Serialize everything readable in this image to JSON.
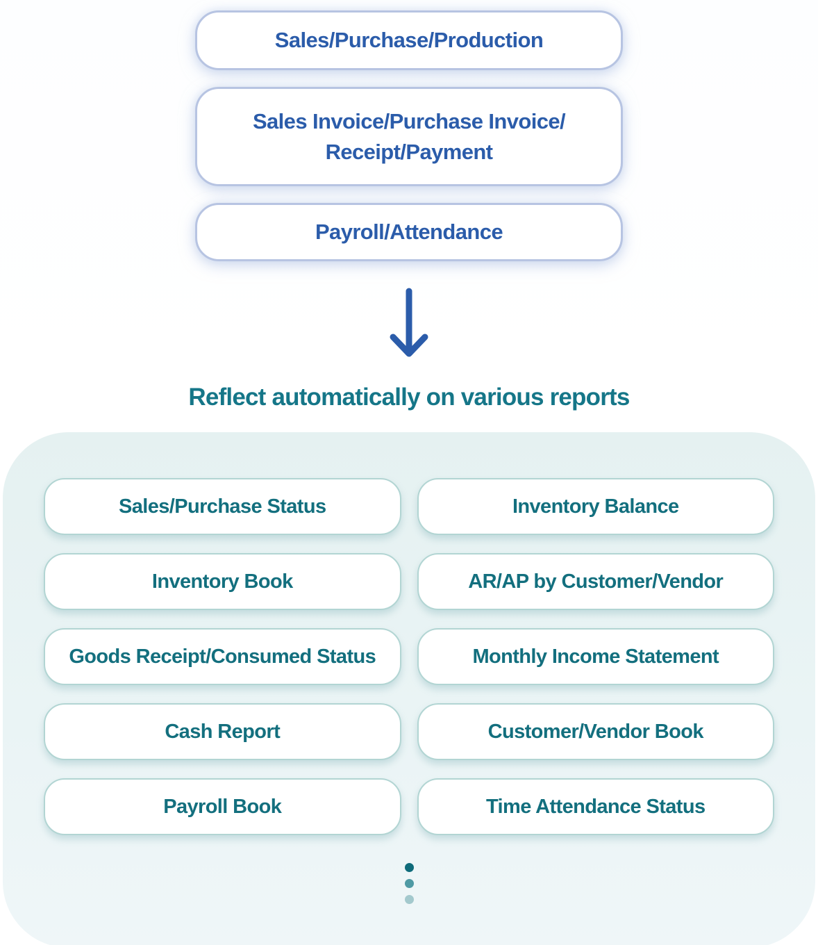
{
  "top_section": {
    "boxes": [
      {
        "label": "Sales/Purchase/Production"
      },
      {
        "label": "Sales Invoice/Purchase Invoice/\nReceipt/Payment"
      },
      {
        "label": "Payroll/Attendance"
      }
    ]
  },
  "flow": {
    "arrow_icon": "arrow-down",
    "heading": "Reflect automatically on various reports"
  },
  "report_panel": {
    "reports": [
      "Sales/Purchase Status",
      "Inventory Balance",
      "Inventory Book",
      "AR/AP by Customer/Vendor",
      "Goods Receipt/Consumed Status",
      "Monthly Income Statement",
      "Cash Report",
      "Customer/Vendor Book",
      "Payroll Book",
      "Time Attendance Status"
    ],
    "more_indicator_icon": "vertical-ellipsis-dots"
  },
  "colors": {
    "source_text_blue": "#2b5caa",
    "source_border_blue": "#b7c4e2",
    "arrow_blue": "#2b5caa",
    "heading_teal": "#157688",
    "report_text_teal": "#136f7e",
    "report_border_teal": "#b2d5d3",
    "panel_bg_teal": "#e7f2f2",
    "dot_dark": "#0e6b7a",
    "dot_mid": "#4f9aa4",
    "dot_light": "#a3c9cd"
  }
}
